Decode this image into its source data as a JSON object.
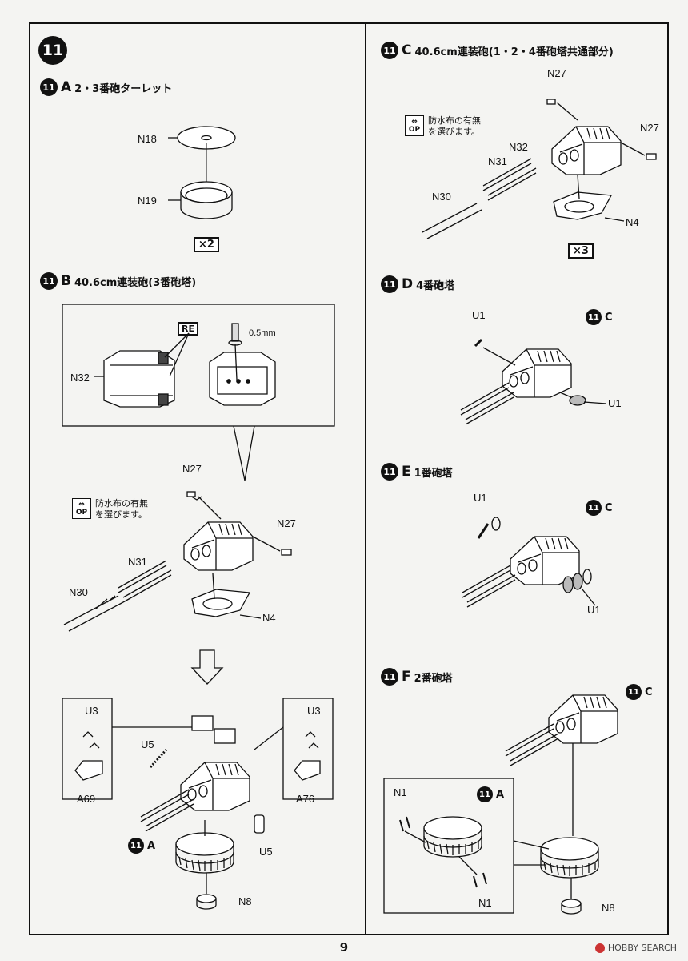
{
  "step": {
    "number": "11"
  },
  "subA": {
    "letter": "A",
    "title": "2・3番砲ターレット",
    "parts": {
      "n18": "N18",
      "n19": "N19"
    },
    "multiplier": "×2"
  },
  "subB": {
    "letter": "B",
    "title": "40.6cm連装砲(3番砲塔)",
    "detail": {
      "re": "RE",
      "part": "N32",
      "drill": "0.5mm"
    },
    "option": {
      "icon_top": "⇔",
      "icon_bottom": "OP",
      "text1": "防水布の有無",
      "text2": "を選びます。"
    },
    "parts": {
      "n27a": "N27",
      "n27b": "N27",
      "n31": "N31",
      "n30": "N30",
      "n4": "N4",
      "u3a": "U3",
      "u3b": "U3",
      "u5a": "U5",
      "u5b": "U5",
      "a69": "A69",
      "a76": "A76",
      "ref11a": "11",
      "refA": "A",
      "n8": "N8"
    }
  },
  "subC": {
    "letter": "C",
    "title": "40.6cm連装砲(1・2・4番砲塔共通部分)",
    "option": {
      "icon_top": "⇔",
      "icon_bottom": "OP",
      "text1": "防水布の有無",
      "text2": "を選びます。"
    },
    "parts": {
      "n27a": "N27",
      "n27b": "N27",
      "n32": "N32",
      "n31": "N31",
      "n30": "N30",
      "n4": "N4"
    },
    "multiplier": "×3"
  },
  "subD": {
    "letter": "D",
    "title": "4番砲塔",
    "parts": {
      "u1a": "U1",
      "u1b": "U1",
      "ref": "11",
      "refC": "C"
    }
  },
  "subE": {
    "letter": "E",
    "title": "1番砲塔",
    "parts": {
      "u1a": "U1",
      "u1b": "U1",
      "ref": "11",
      "refC": "C"
    }
  },
  "subF": {
    "letter": "F",
    "title": "2番砲塔",
    "parts": {
      "n1a": "N1",
      "n1b": "N1",
      "ref": "11",
      "refA": "A",
      "ref2": "11",
      "refC": "C",
      "n8": "N8"
    }
  },
  "page": {
    "number": "9"
  },
  "watermark": {
    "text": "HOBBY SEARCH"
  }
}
